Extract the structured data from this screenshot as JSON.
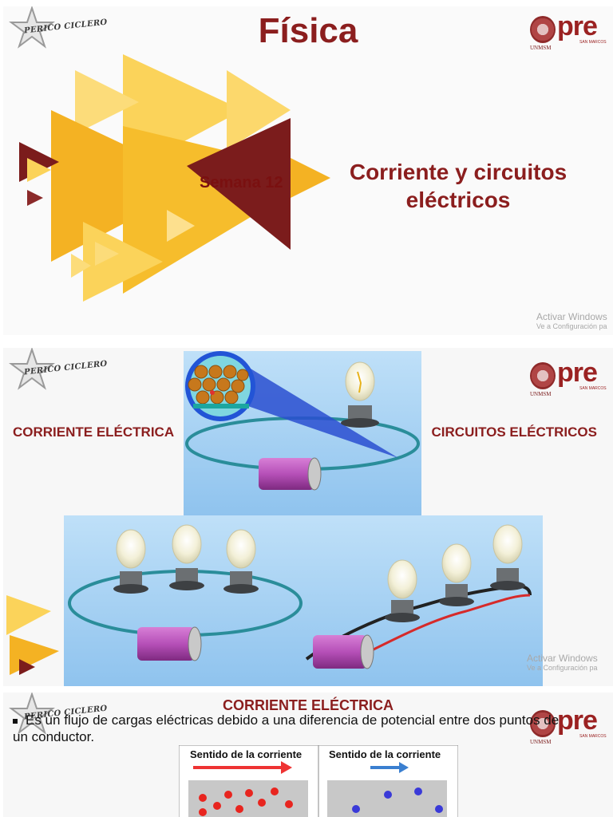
{
  "slide1": {
    "logo_left": "PERICO CICLERO",
    "title": "Física",
    "week_label": "Semana 12",
    "subtitle": "Corriente y circuitos eléctricos",
    "logo_right_text": "pre",
    "logo_right_label": "UNMSM",
    "logo_right_sub": "SAN MARCOS",
    "watermark_line1": "Activar Windows",
    "watermark_line2": "Ve a Configuración pa"
  },
  "slide2": {
    "logo_left": "PERICO CICLERO",
    "heading_left": "CORRIENTE ELÉCTRICA",
    "heading_right": "CIRCUITOS ELÉCTRICOS",
    "logo_right_text": "pre",
    "logo_right_label": "UNMSM",
    "logo_right_sub": "SAN MARCOS",
    "watermark_line1": "Activar Windows",
    "watermark_line2": "Ve a Configuración pa"
  },
  "slide3": {
    "logo_left": "PERICO CICLERO",
    "title": "CORRIENTE ELÉCTRICA",
    "bullet_text": "Es un flujo de cargas eléctricas debido a una diferencia de potencial entre dos puntos de un conductor.",
    "figure_left_label": "Sentido de la corriente",
    "figure_right_label": "Sentido de la corriente",
    "logo_right_text": "pre",
    "logo_right_label": "UNMSM",
    "logo_right_sub": "SAN MARCOS"
  },
  "colors": {
    "brand_red": "#8b1e1e",
    "triangle_yellow": "#f4b223",
    "triangle_light": "#fbd35a",
    "triangle_dark": "#7b1c1c",
    "sky_blue": "#a9d3f3"
  }
}
